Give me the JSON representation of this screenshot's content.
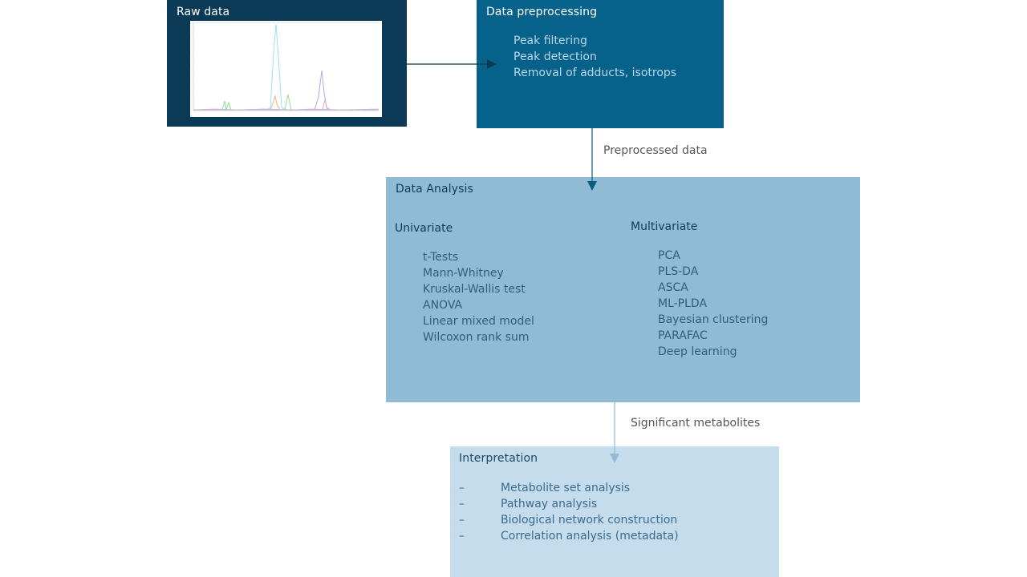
{
  "nodes": {
    "raw": {
      "title": "Raw data"
    },
    "preprocessing": {
      "title": "Data preprocessing",
      "items": [
        "Peak filtering",
        "Peak detection",
        "Removal of adducts, isotrops"
      ]
    },
    "analysis": {
      "title": "Data Analysis",
      "univariate": {
        "heading": "Univariate",
        "items": [
          "t-Tests",
          "Mann-Whitney",
          "Kruskal-Wallis test",
          "ANOVA",
          "Linear mixed model",
          "Wilcoxon rank sum"
        ]
      },
      "multivariate": {
        "heading": "Multivariate",
        "items": [
          "PCA",
          "PLS-DA",
          "ASCA",
          "ML-PLDA",
          "Bayesian clustering",
          "PARAFAC",
          "Deep learning"
        ]
      }
    },
    "interpretation": {
      "title": "Interpretation",
      "bullet": "–",
      "items": [
        "Metabolite set analysis",
        "Pathway analysis",
        "Biological network construction",
        "Correlation analysis (metadata)"
      ]
    }
  },
  "edges": {
    "preprocessed": "Preprocessed data",
    "significant": "Significant metabolites"
  },
  "colors": {
    "raw_box": "#0a3a55",
    "preprocessing_box": "#06628a",
    "analysis_box": "#8fbbd4",
    "interpretation_box": "#c5dced",
    "arrow_dark": "#0a5a80",
    "arrow_light": "#8fbbd4"
  }
}
